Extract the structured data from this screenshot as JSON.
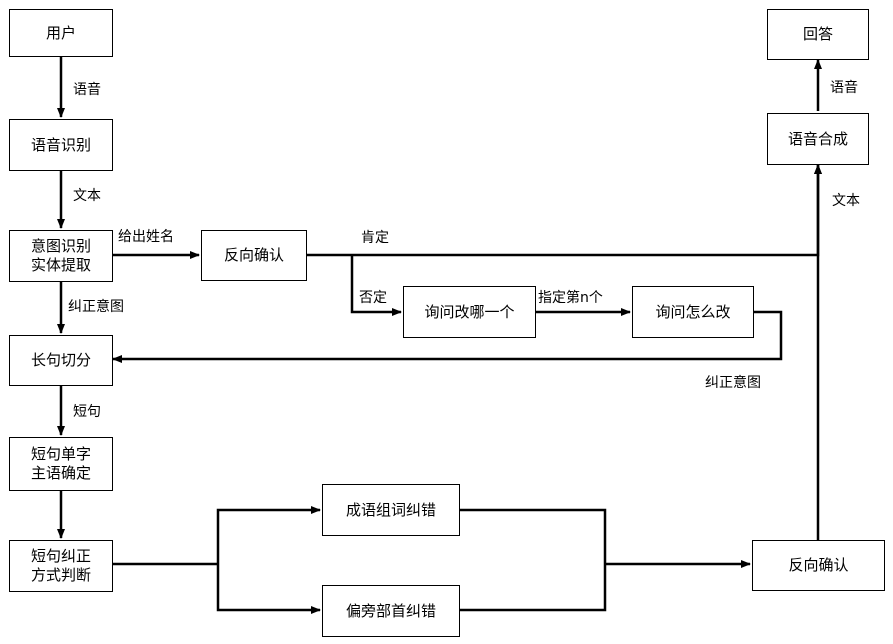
{
  "nodes": {
    "user": "用户",
    "asr": "语音识别",
    "intent": "意图识别\n实体提取",
    "verify_top": "反向确认",
    "ask_which": "询问改哪一个",
    "ask_how": "询问怎么改",
    "split": "长句切分",
    "subject": "短句单字\n主语确定",
    "method": "短句纠正\n方式判断",
    "idiom": "成语组词纠错",
    "radical": "偏旁部首纠错",
    "verify_bottom": "反向确认",
    "tts": "语音合成",
    "answer": "回答"
  },
  "edge_labels": {
    "user_asr": "语音",
    "asr_intent": "文本",
    "give_name": "给出姓名",
    "correct_intent_left": "纠正意图",
    "affirm": "肯定",
    "deny": "否定",
    "specify_nth": "指定第n个",
    "correct_intent_right": "纠正意图",
    "short_sentence": "短句",
    "text_up": "文本",
    "speech_up": "语音"
  }
}
